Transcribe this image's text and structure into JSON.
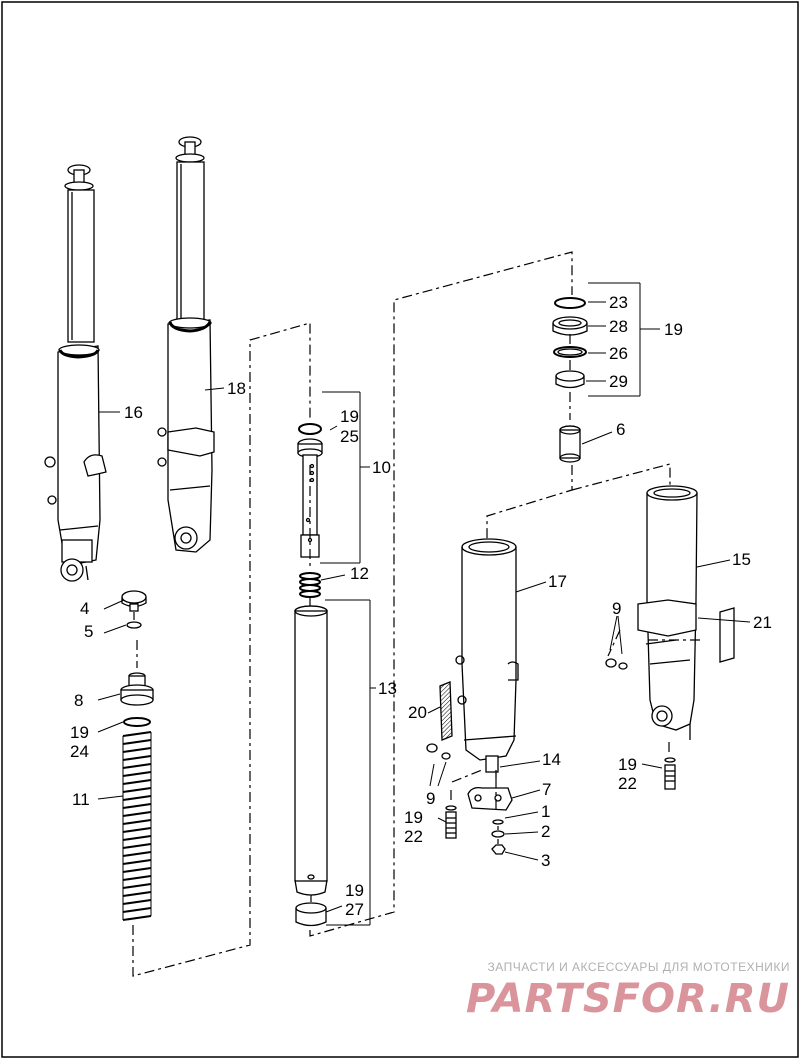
{
  "callouts": {
    "c16": "16",
    "c18": "18",
    "c4": "4",
    "c5": "5",
    "c8": "8",
    "c19a": "19",
    "c24": "24",
    "c11": "11",
    "c19b": "19",
    "c25": "25",
    "c10": "10",
    "c12": "12",
    "c13": "13",
    "c19c": "19",
    "c27": "27",
    "c23": "23",
    "c28": "28",
    "c26": "26",
    "c29": "29",
    "c19d": "19",
    "c6": "6",
    "c17": "17",
    "c15": "15",
    "c9a": "9",
    "c21": "21",
    "c20": "20",
    "c14": "14",
    "c9b": "9",
    "c7": "7",
    "c19e": "19",
    "c22a": "22",
    "c1": "1",
    "c2": "2",
    "c3": "3",
    "c19f": "19",
    "c22b": "22"
  },
  "watermark": {
    "tagline": "ЗАПЧАСТИ И АКСЕССУАРЫ ДЛЯ МОТОТЕХНИКИ",
    "logo": "PARTSFOR.RU"
  },
  "colors": {
    "line": "#000000",
    "watermark_text": "#b0b0b0",
    "watermark_logo": "#d9949c"
  }
}
